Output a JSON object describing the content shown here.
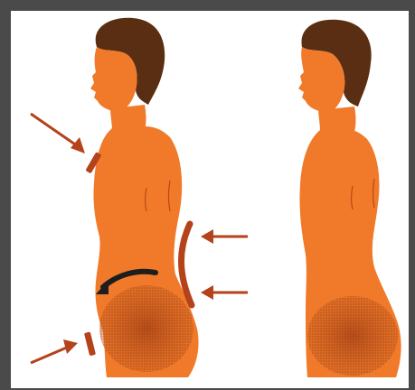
{
  "figure": {
    "panels": [
      {
        "name": "incorrect-posture",
        "marker_count": 3,
        "arrow_count": 4
      },
      {
        "name": "correct-posture",
        "marker_count": 0,
        "arrow_count": 0
      }
    ],
    "colors": {
      "background_border": "#4a4a4a",
      "panel_background": "#ffffff",
      "skin": "#f07a2a",
      "skin_shadow": "#e0621a",
      "hair": "#5a2e12",
      "outline_line": "#b84a10",
      "pelvis": "#c35a1e",
      "marker": "#b4421a",
      "rotation_arrow": "#1e1e1e"
    },
    "icons": [
      "posture-figure",
      "pelvis-bone",
      "pressure-arrow",
      "rotation-arrow"
    ]
  }
}
